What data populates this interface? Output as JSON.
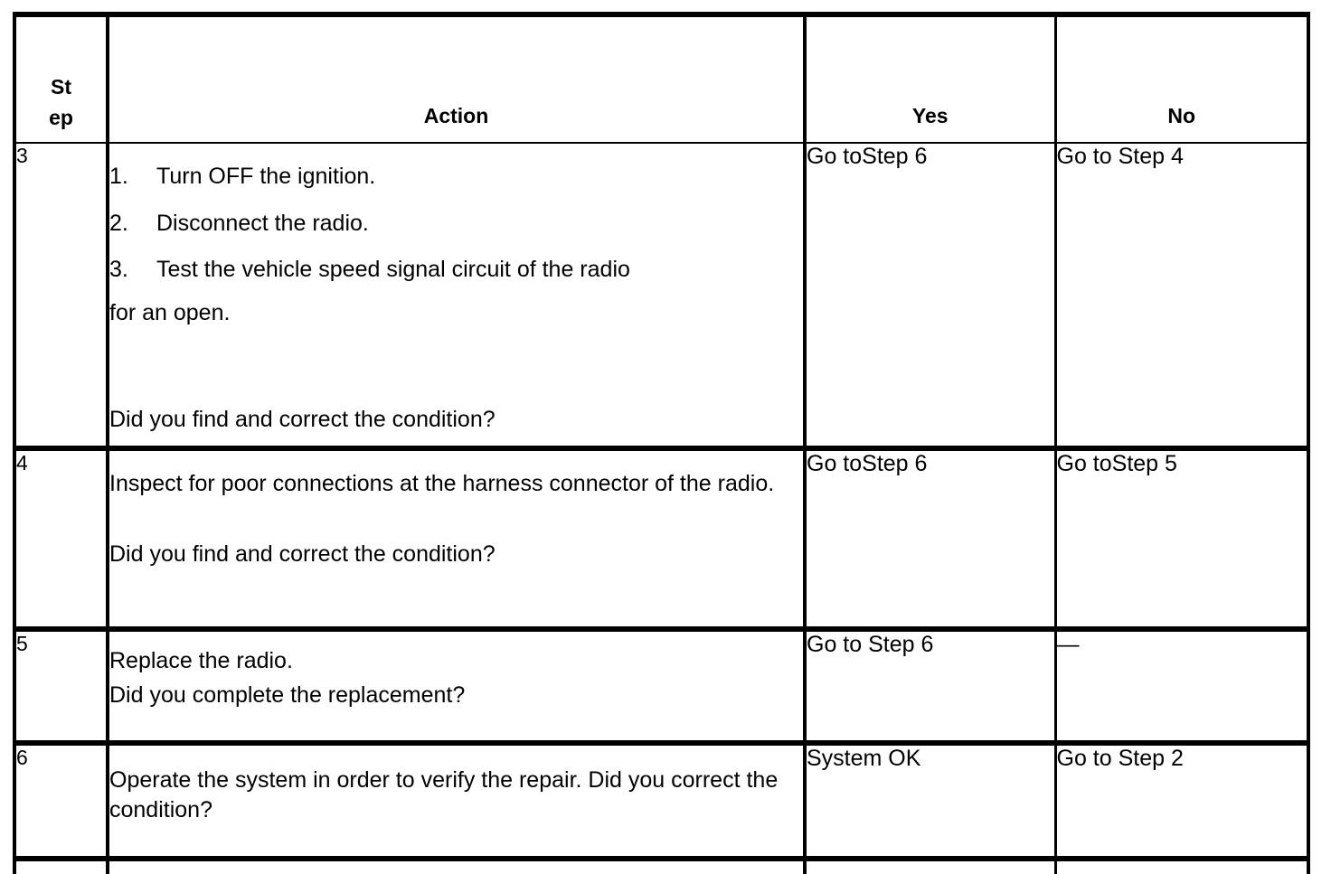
{
  "table": {
    "headers": {
      "step_line1": "St",
      "step_line2": "ep",
      "action": "Action",
      "yes": "Yes",
      "no": "No"
    },
    "rows": [
      {
        "step": "3",
        "action_items": [
          {
            "marker": "1.",
            "text": "Turn OFF the ignition."
          },
          {
            "marker": "2.",
            "text": "Disconnect the radio."
          },
          {
            "marker": "3.",
            "text": "Test the vehicle speed signal circuit of the radio"
          }
        ],
        "action_continuation": "for an open.",
        "question": " Did you find and correct the condition?",
        "yes": "Go toStep 6",
        "no": "Go to Step 4"
      },
      {
        "step": "4",
        "action_paragraph": "Inspect for poor connections at the harness connector of the radio.",
        "question": "Did you find and correct the condition?",
        "yes": "Go toStep 6",
        "no": "Go toStep 5"
      },
      {
        "step": "5",
        "line1": "Replace the radio.",
        "line2": " Did you complete the replacement?",
        "yes": "Go to Step 6",
        "no": "—"
      },
      {
        "step": "6",
        "action_paragraph": "Operate the system in order to verify the repair. Did you correct the condition?",
        "yes": "System OK",
        "no": "Go to Step 2"
      }
    ]
  },
  "colors": {
    "ink": "#000000",
    "page": "#ffffff"
  }
}
